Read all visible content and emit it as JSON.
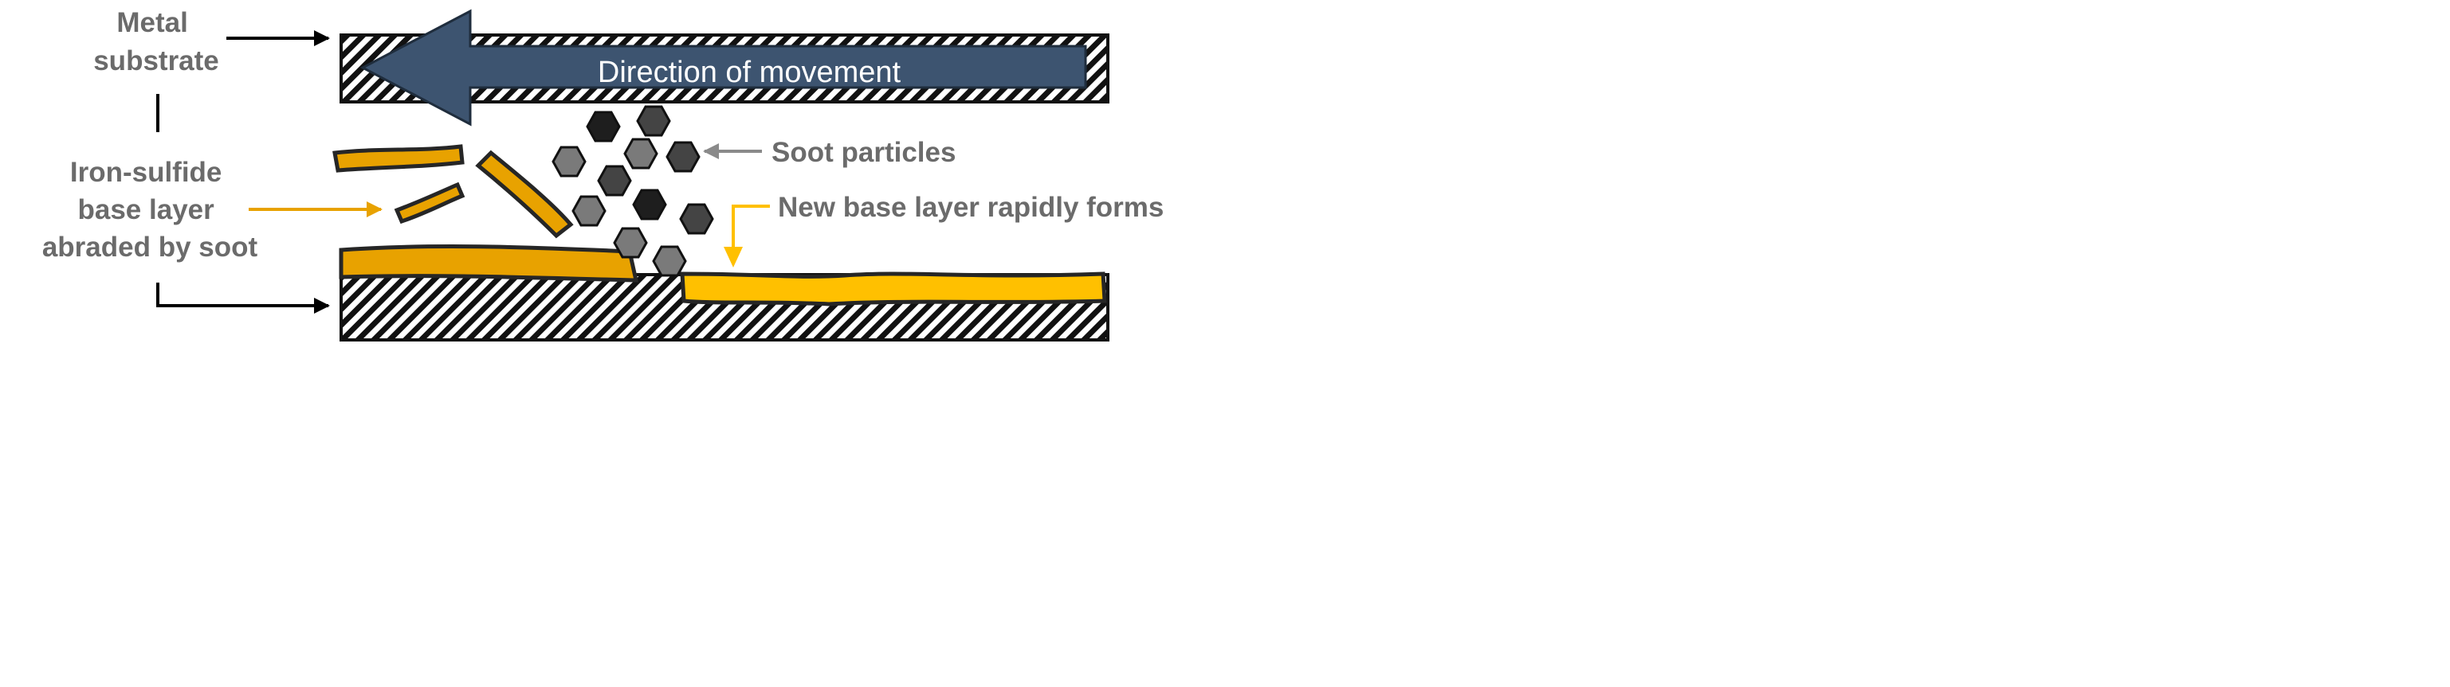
{
  "labels": {
    "metal_substrate_line1": "Metal",
    "metal_substrate_line2": "substrate",
    "direction_of_movement": "Direction of movement",
    "soot_particles": "Soot particles",
    "iron_sulfide_line1": "Iron-sulfide",
    "iron_sulfide_line2": "base layer",
    "iron_sulfide_line3": "abraded by soot",
    "new_base_layer": "New base layer rapidly forms"
  },
  "colors": {
    "label_gray": "#6b6b6b",
    "movement_arrow": "#3d5470",
    "old_base_layer": "#e8a200",
    "new_base_layer": "#ffc000",
    "outline": "#262626",
    "soot_dark": "#1e1e1e",
    "soot_mid": "#444444",
    "soot_light": "#7a7a7a"
  }
}
